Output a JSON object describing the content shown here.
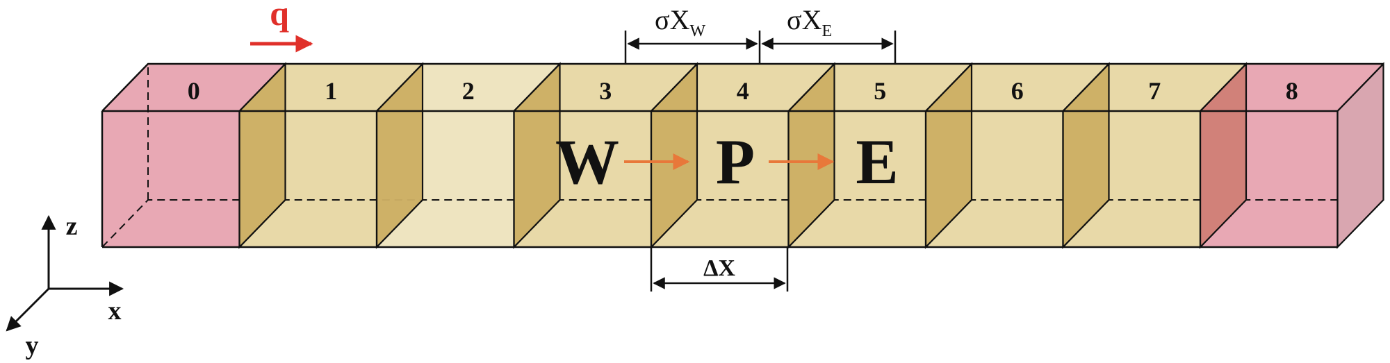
{
  "cells": [
    "0",
    "1",
    "2",
    "3",
    "4",
    "5",
    "6",
    "7",
    "8"
  ],
  "nodes": {
    "west": "W",
    "center": "P",
    "east": "E"
  },
  "flow": {
    "label": "q",
    "color": "#e0302a"
  },
  "distances": {
    "west_sigma": "σX",
    "west_sub": "W",
    "east_sigma": "σX",
    "east_sub": "E",
    "delta": "ΔX"
  },
  "axes": {
    "z": "z",
    "x": "x",
    "y": "y"
  },
  "colors": {
    "boundary_cell": "#e8a8b4",
    "interior_cell": "#e8d9a8",
    "interior_face": "#c9a95c",
    "boundary_face": "#cc7a6e",
    "node_arrow": "#e8783a"
  }
}
